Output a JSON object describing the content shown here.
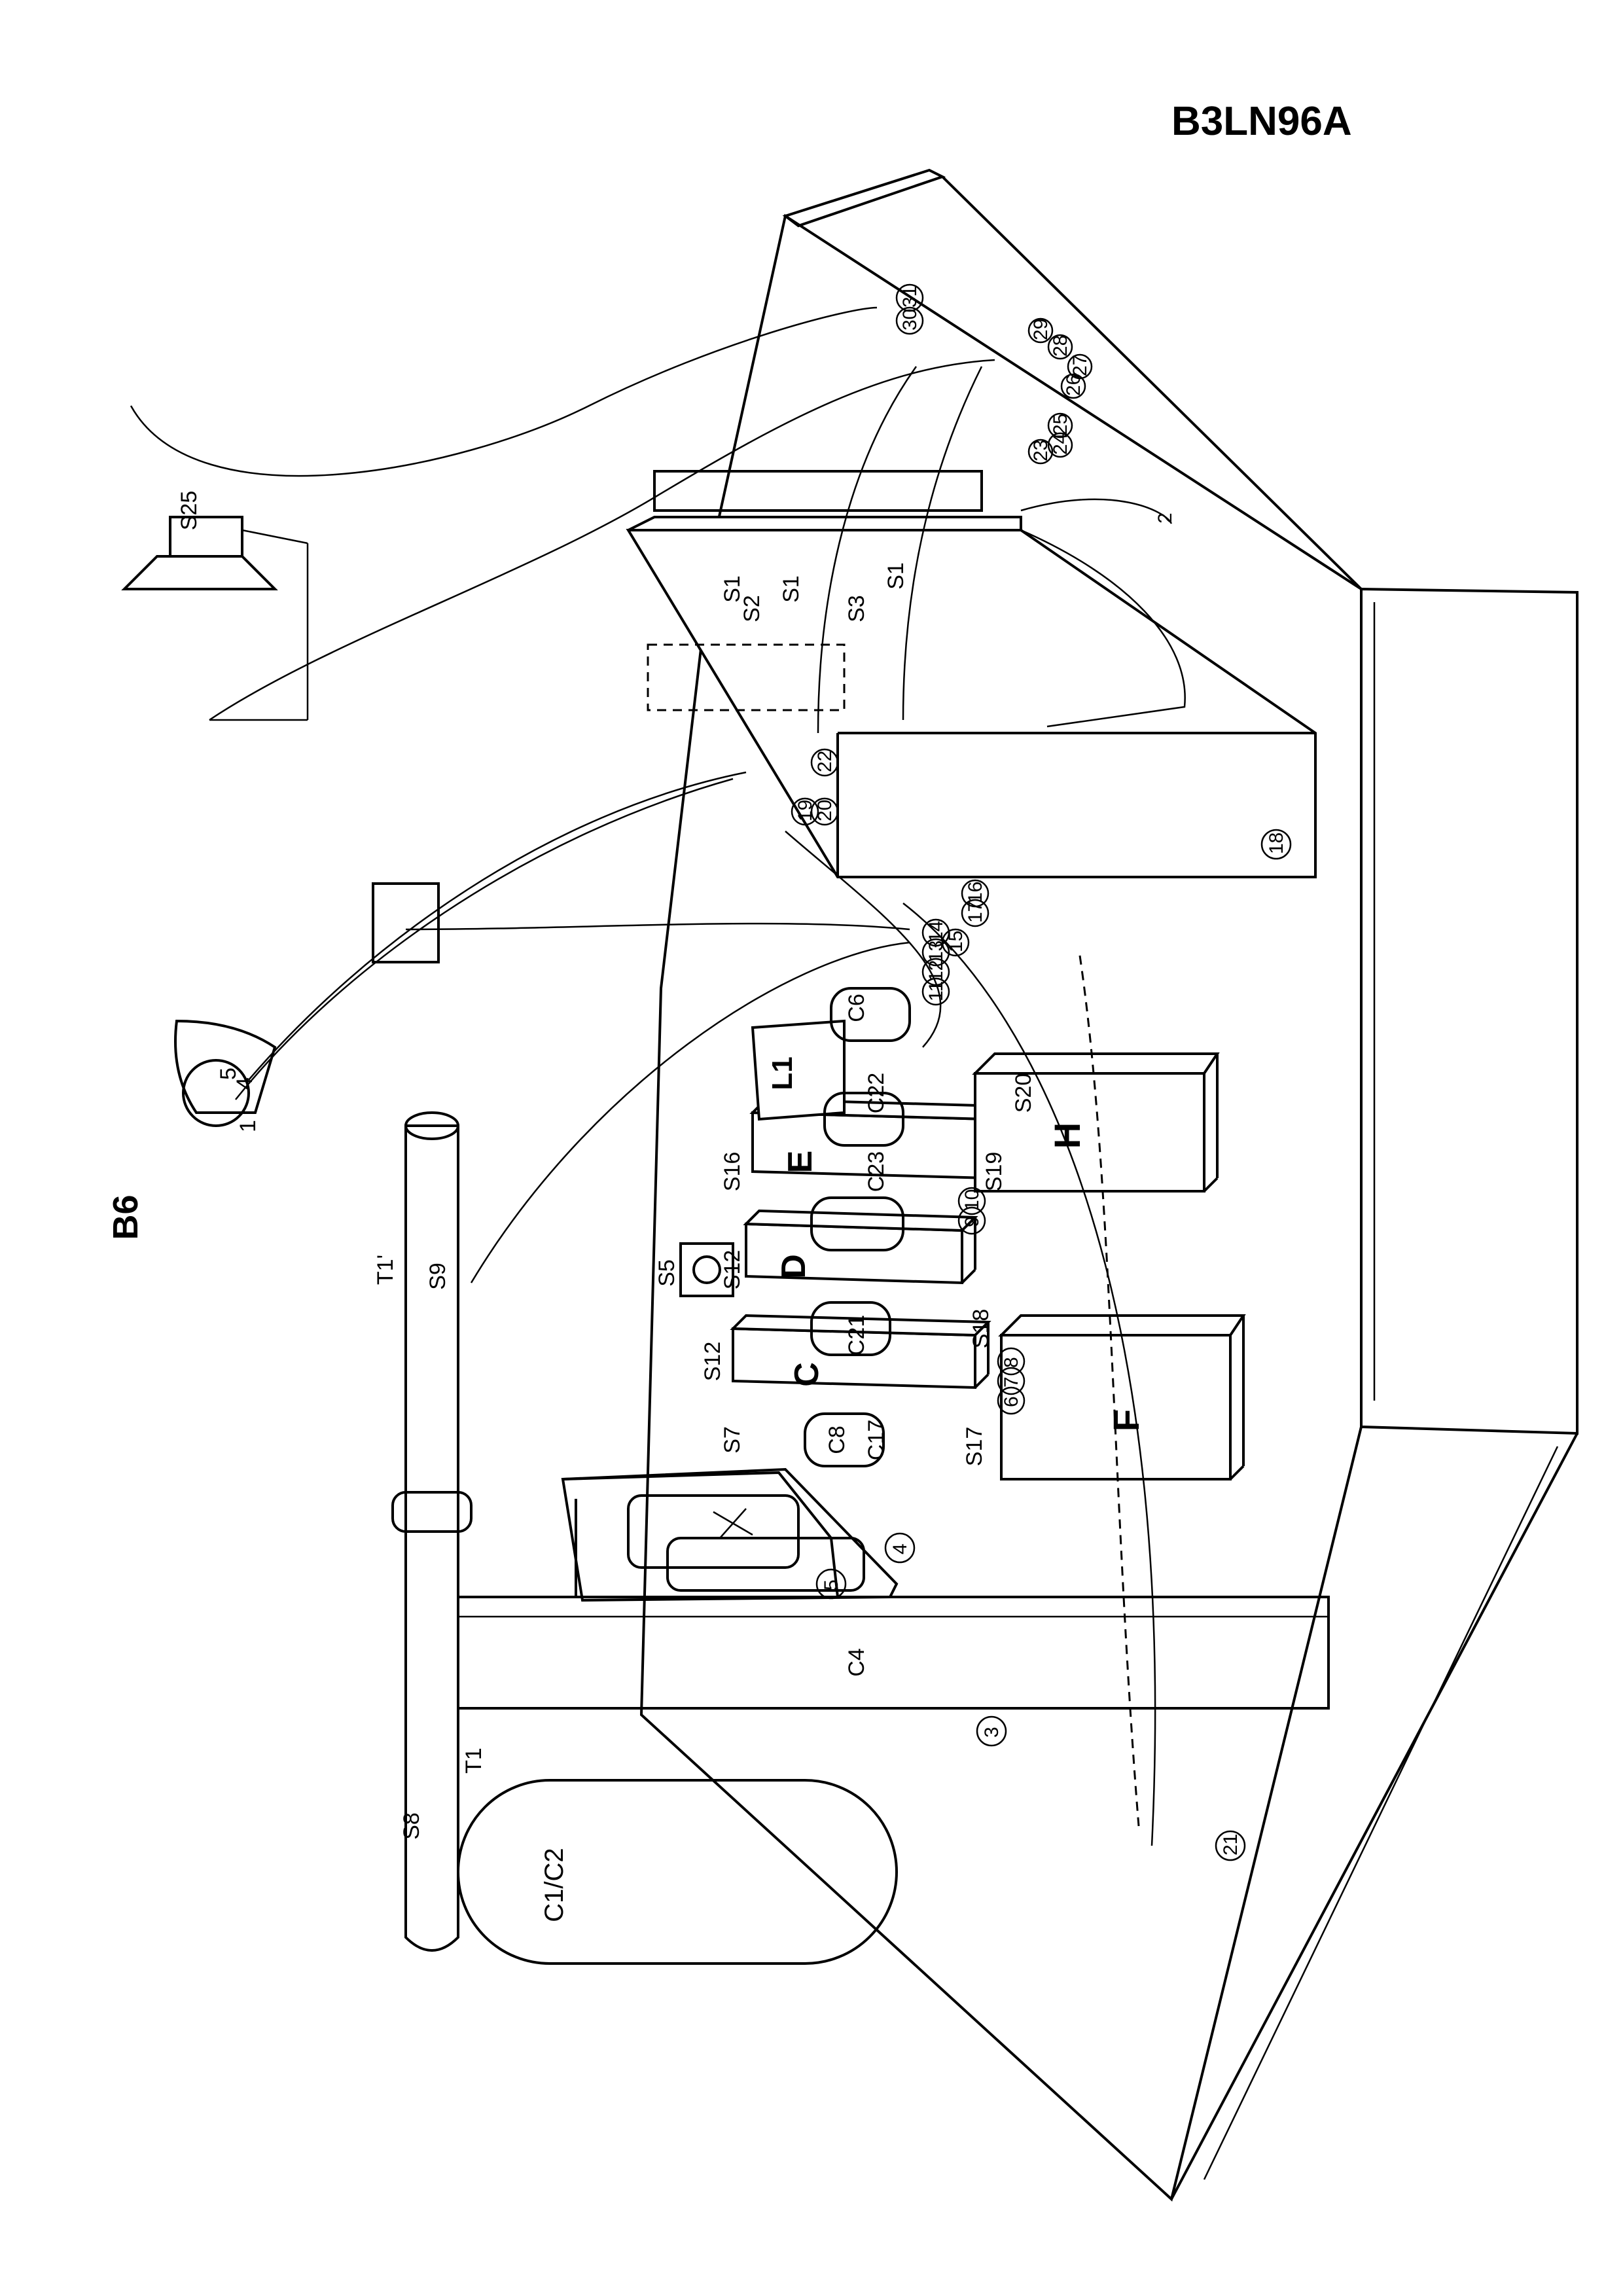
{
  "page_code": "B3LN96A",
  "section_label": "B6",
  "component_labels": {
    "s25": "S25",
    "s1_a": "S1",
    "s2": "S2",
    "s1_b": "S1",
    "s3": "S3",
    "s1_c": "S1",
    "s16": "S16",
    "s12_a": "S12",
    "s12_b": "S12",
    "s5": "S5",
    "s7": "S7",
    "s17": "S17",
    "s18": "S18",
    "s19": "S19",
    "s20": "S20",
    "s8": "S8",
    "s9": "S9",
    "t1": "T1",
    "t1_prime": "T1'",
    "l1": "L1",
    "c1c2": "C1/C2",
    "c4": "C4",
    "c6": "C6",
    "c8": "C8",
    "c17": "C17",
    "c21": "C21",
    "c22": "C22",
    "c23": "C23",
    "box_c": "C",
    "box_d": "D",
    "box_e": "E",
    "box_f": "F",
    "box_h": "H"
  },
  "terminals": {
    "t2": "2",
    "t3": "3",
    "t4": "4",
    "t5": "5",
    "t6": "6",
    "t7": "7",
    "t8": "8",
    "t9": "9",
    "t10": "10",
    "t11": "11",
    "t12": "12",
    "t13": "13",
    "t14": "14",
    "t15": "15",
    "t16": "16",
    "t17": "17",
    "t18": "18",
    "t19": "19",
    "t20": "20",
    "t21": "21",
    "t22": "22",
    "t23": "23",
    "t24": "24",
    "t25": "25",
    "t26": "26",
    "t27": "27",
    "t28": "28",
    "t29": "29",
    "t30": "30",
    "t31": "31"
  },
  "socket_pins": {
    "p1": "1",
    "p4": "4",
    "p5": "5"
  }
}
